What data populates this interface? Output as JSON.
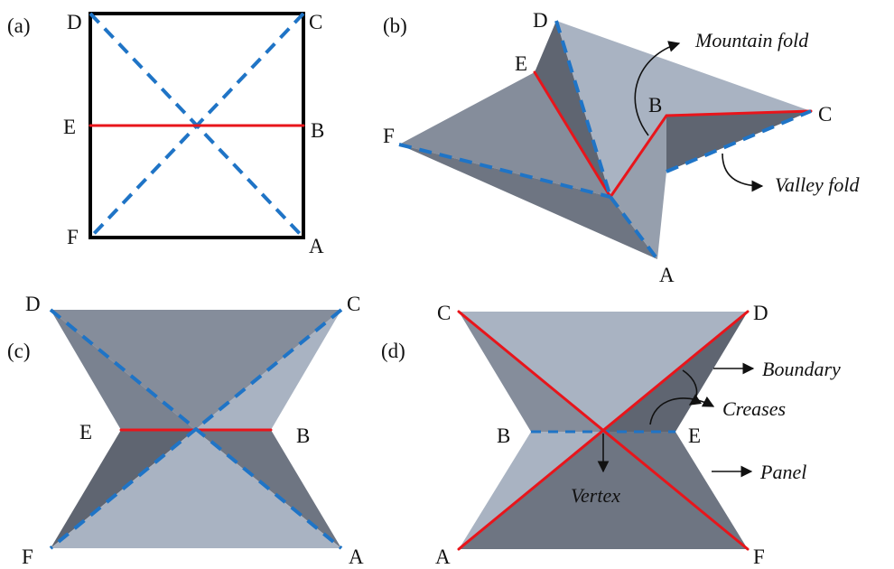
{
  "panels": {
    "a": {
      "tag": "(a)",
      "v": {
        "D": "D",
        "C": "C",
        "E": "E",
        "B": "B",
        "F": "F",
        "A": "A"
      }
    },
    "b": {
      "tag": "(b)",
      "v": {
        "D": "D",
        "E": "E",
        "B": "B",
        "C": "C",
        "F": "F",
        "A": "A"
      },
      "annotations": {
        "mountain": "Mountain fold",
        "valley": "Valley fold"
      }
    },
    "c": {
      "tag": "(c)",
      "v": {
        "D": "D",
        "C": "C",
        "E": "E",
        "B": "B",
        "F": "F",
        "A": "A"
      }
    },
    "d": {
      "tag": "(d)",
      "v": {
        "C": "C",
        "D": "D",
        "B": "B",
        "E": "E",
        "A": "A",
        "F": "F"
      },
      "annotations": {
        "boundary": "Boundary",
        "creases": "Creases",
        "panel": "Panel",
        "vertex": "Vertex"
      }
    }
  },
  "colors": {
    "mountain_fold": "#e8151b",
    "valley_fold": "#1f74c6",
    "panel_light": "#a9b3c2",
    "panel_mid": "#858d9b",
    "panel_dark": "#5f6571",
    "square_border": "#000000"
  }
}
